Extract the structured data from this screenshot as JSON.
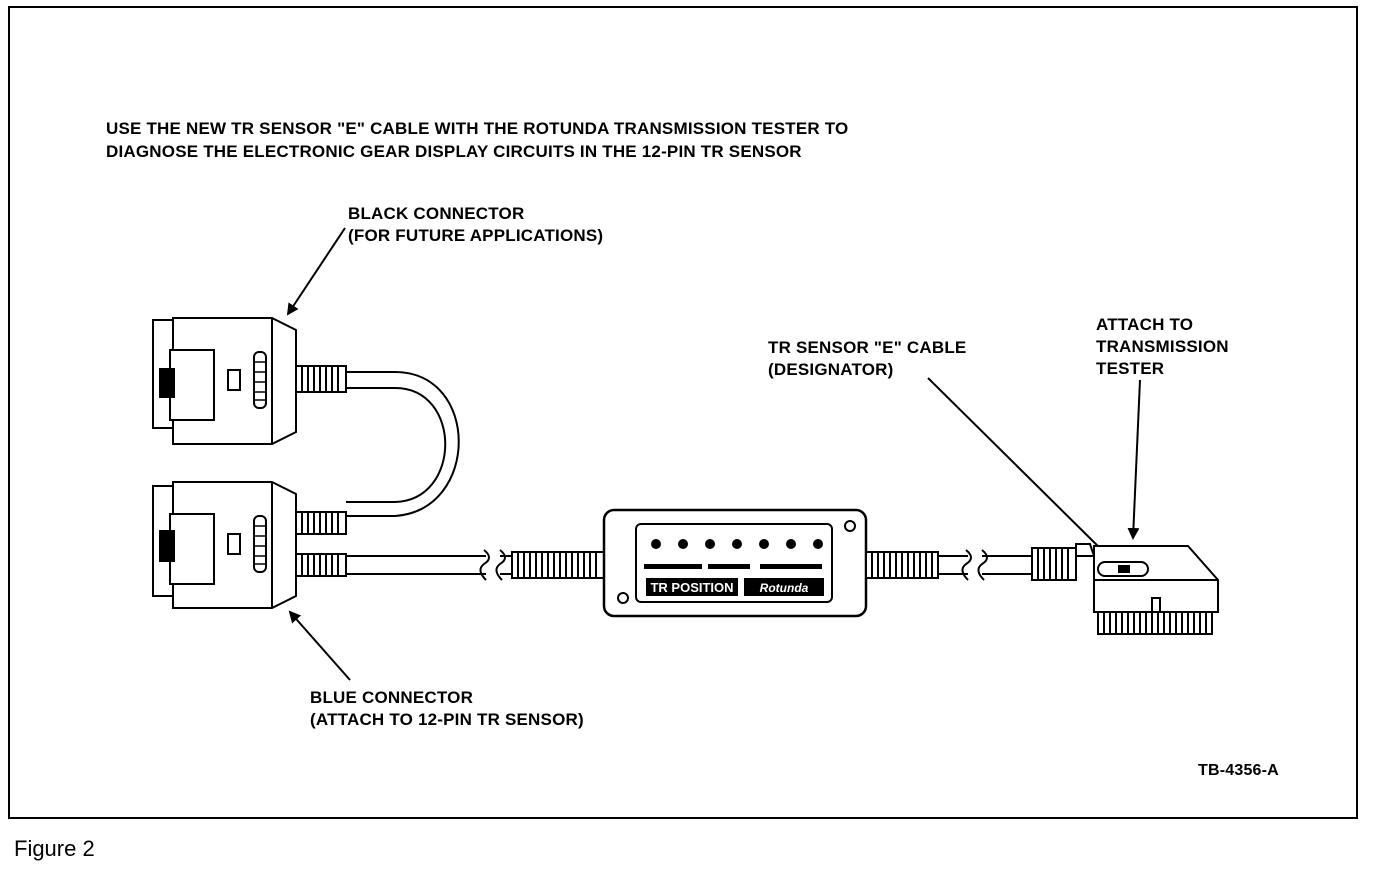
{
  "header": {
    "line1": "USE THE NEW TR SENSOR \"E\" CABLE WITH THE ROTUNDA TRANSMISSION TESTER TO",
    "line2": "DIAGNOSE THE ELECTRONIC GEAR DISPLAY CIRCUITS IN THE 12-PIN TR SENSOR"
  },
  "callouts": {
    "black_connector": {
      "line1": "BLACK CONNECTOR",
      "line2": "(FOR FUTURE APPLICATIONS)"
    },
    "blue_connector": {
      "line1": "BLUE CONNECTOR",
      "line2": "(ATTACH TO 12-PIN TR SENSOR)"
    },
    "designator": {
      "line1": "TR SENSOR \"E\" CABLE",
      "line2": "(DESIGNATOR)"
    },
    "tester": {
      "line1": "ATTACH TO",
      "line2": "TRANSMISSION",
      "line3": "TESTER"
    }
  },
  "designator_box": {
    "title": "TR POSITION",
    "brand": "Rotunda"
  },
  "figure_id": "TB-4356-A",
  "caption": "Figure 2"
}
